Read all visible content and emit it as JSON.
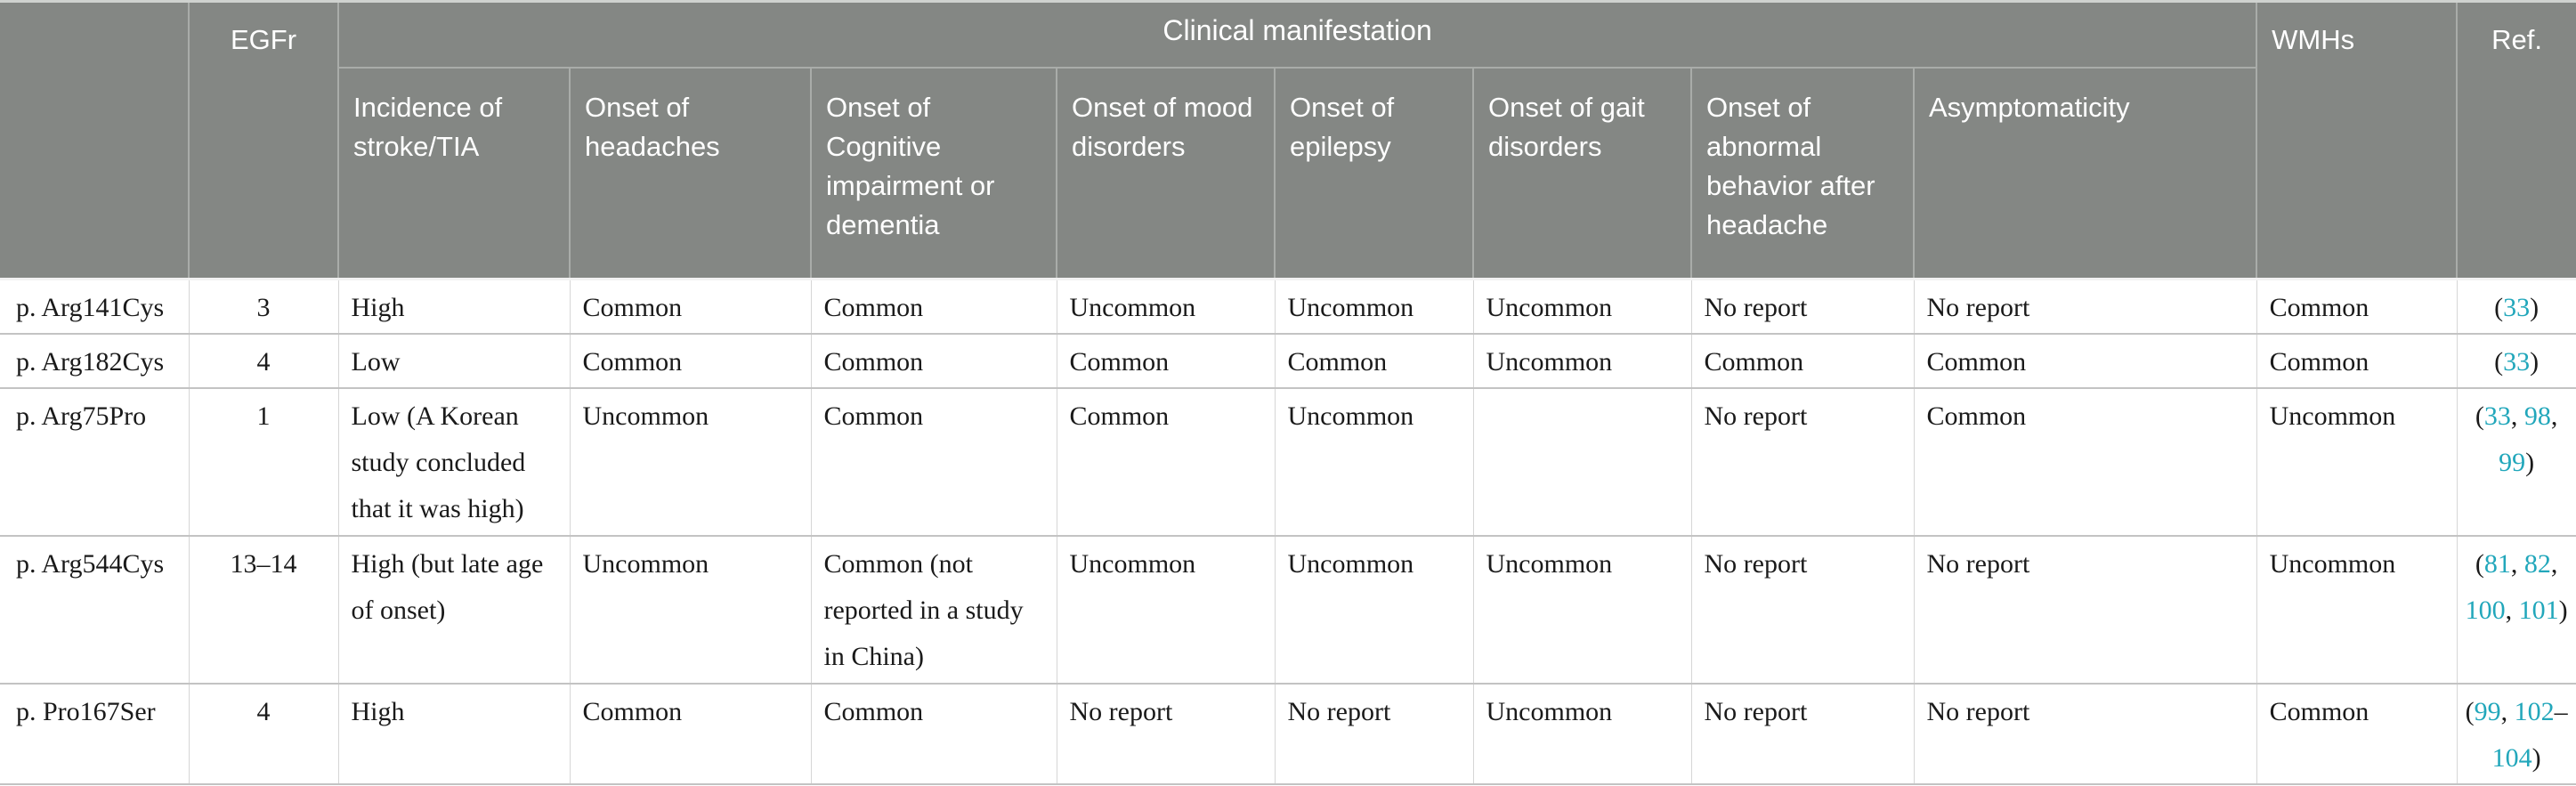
{
  "colors": {
    "header_bg": "#848784",
    "header_divider": "#a9aca9",
    "ref_link": "#22a7bb",
    "body_text": "#1a1a1a",
    "row_border": "#c3c3c3",
    "col_border": "#d6d6d6"
  },
  "table": {
    "header": {
      "mutation": "",
      "egfr": "EGFr",
      "clinical_group": "Clinical manifestation",
      "sub": [
        "Incidence of stroke/TIA",
        "Onset of headaches",
        "Onset of Cognitive impairment or dementia",
        "Onset of mood disorders",
        "Onset of epilepsy",
        "Onset of gait disorders",
        "Onset of abnormal behavior after headache",
        "Asymptomaticity"
      ],
      "wmhs": "WMHs",
      "ref": "Ref."
    },
    "rows": [
      {
        "mutation": "p. Arg141Cys",
        "egfr": "3",
        "clinical": [
          "High",
          "Common",
          "Common",
          "Uncommon",
          "Uncommon",
          "Uncommon",
          "No report",
          "No report"
        ],
        "wmhs": "Common",
        "ref": "(33)"
      },
      {
        "mutation": "p. Arg182Cys",
        "egfr": "4",
        "clinical": [
          "Low",
          "Common",
          "Common",
          "Common",
          "Common",
          "Uncommon",
          "Common",
          "Common"
        ],
        "wmhs": "Common",
        "ref": "(33)"
      },
      {
        "mutation": "p. Arg75Pro",
        "egfr": "1",
        "clinical": [
          "Low (A Korean study concluded that it was high)",
          "Uncommon",
          "Common",
          "Common",
          "Uncommon",
          "",
          "No report",
          "Common"
        ],
        "wmhs": "Uncommon",
        "ref": "(33, 98, 99)"
      },
      {
        "mutation": "p. Arg544Cys",
        "egfr": "13–14",
        "clinical": [
          "High (but late age of onset)",
          "Uncommon",
          "Common (not reported in a study in China)",
          "Uncommon",
          "Uncommon",
          "Uncommon",
          "No report",
          "No report"
        ],
        "wmhs": "Uncommon",
        "ref": "(81, 82, 100, 101)"
      },
      {
        "mutation": "p. Pro167Ser",
        "egfr": "4",
        "clinical": [
          "High",
          "Common",
          "Common",
          "No report",
          "No report",
          "Uncommon",
          "No report",
          "No report"
        ],
        "wmhs": "Common",
        "ref": "(99, 102–104)"
      }
    ]
  }
}
